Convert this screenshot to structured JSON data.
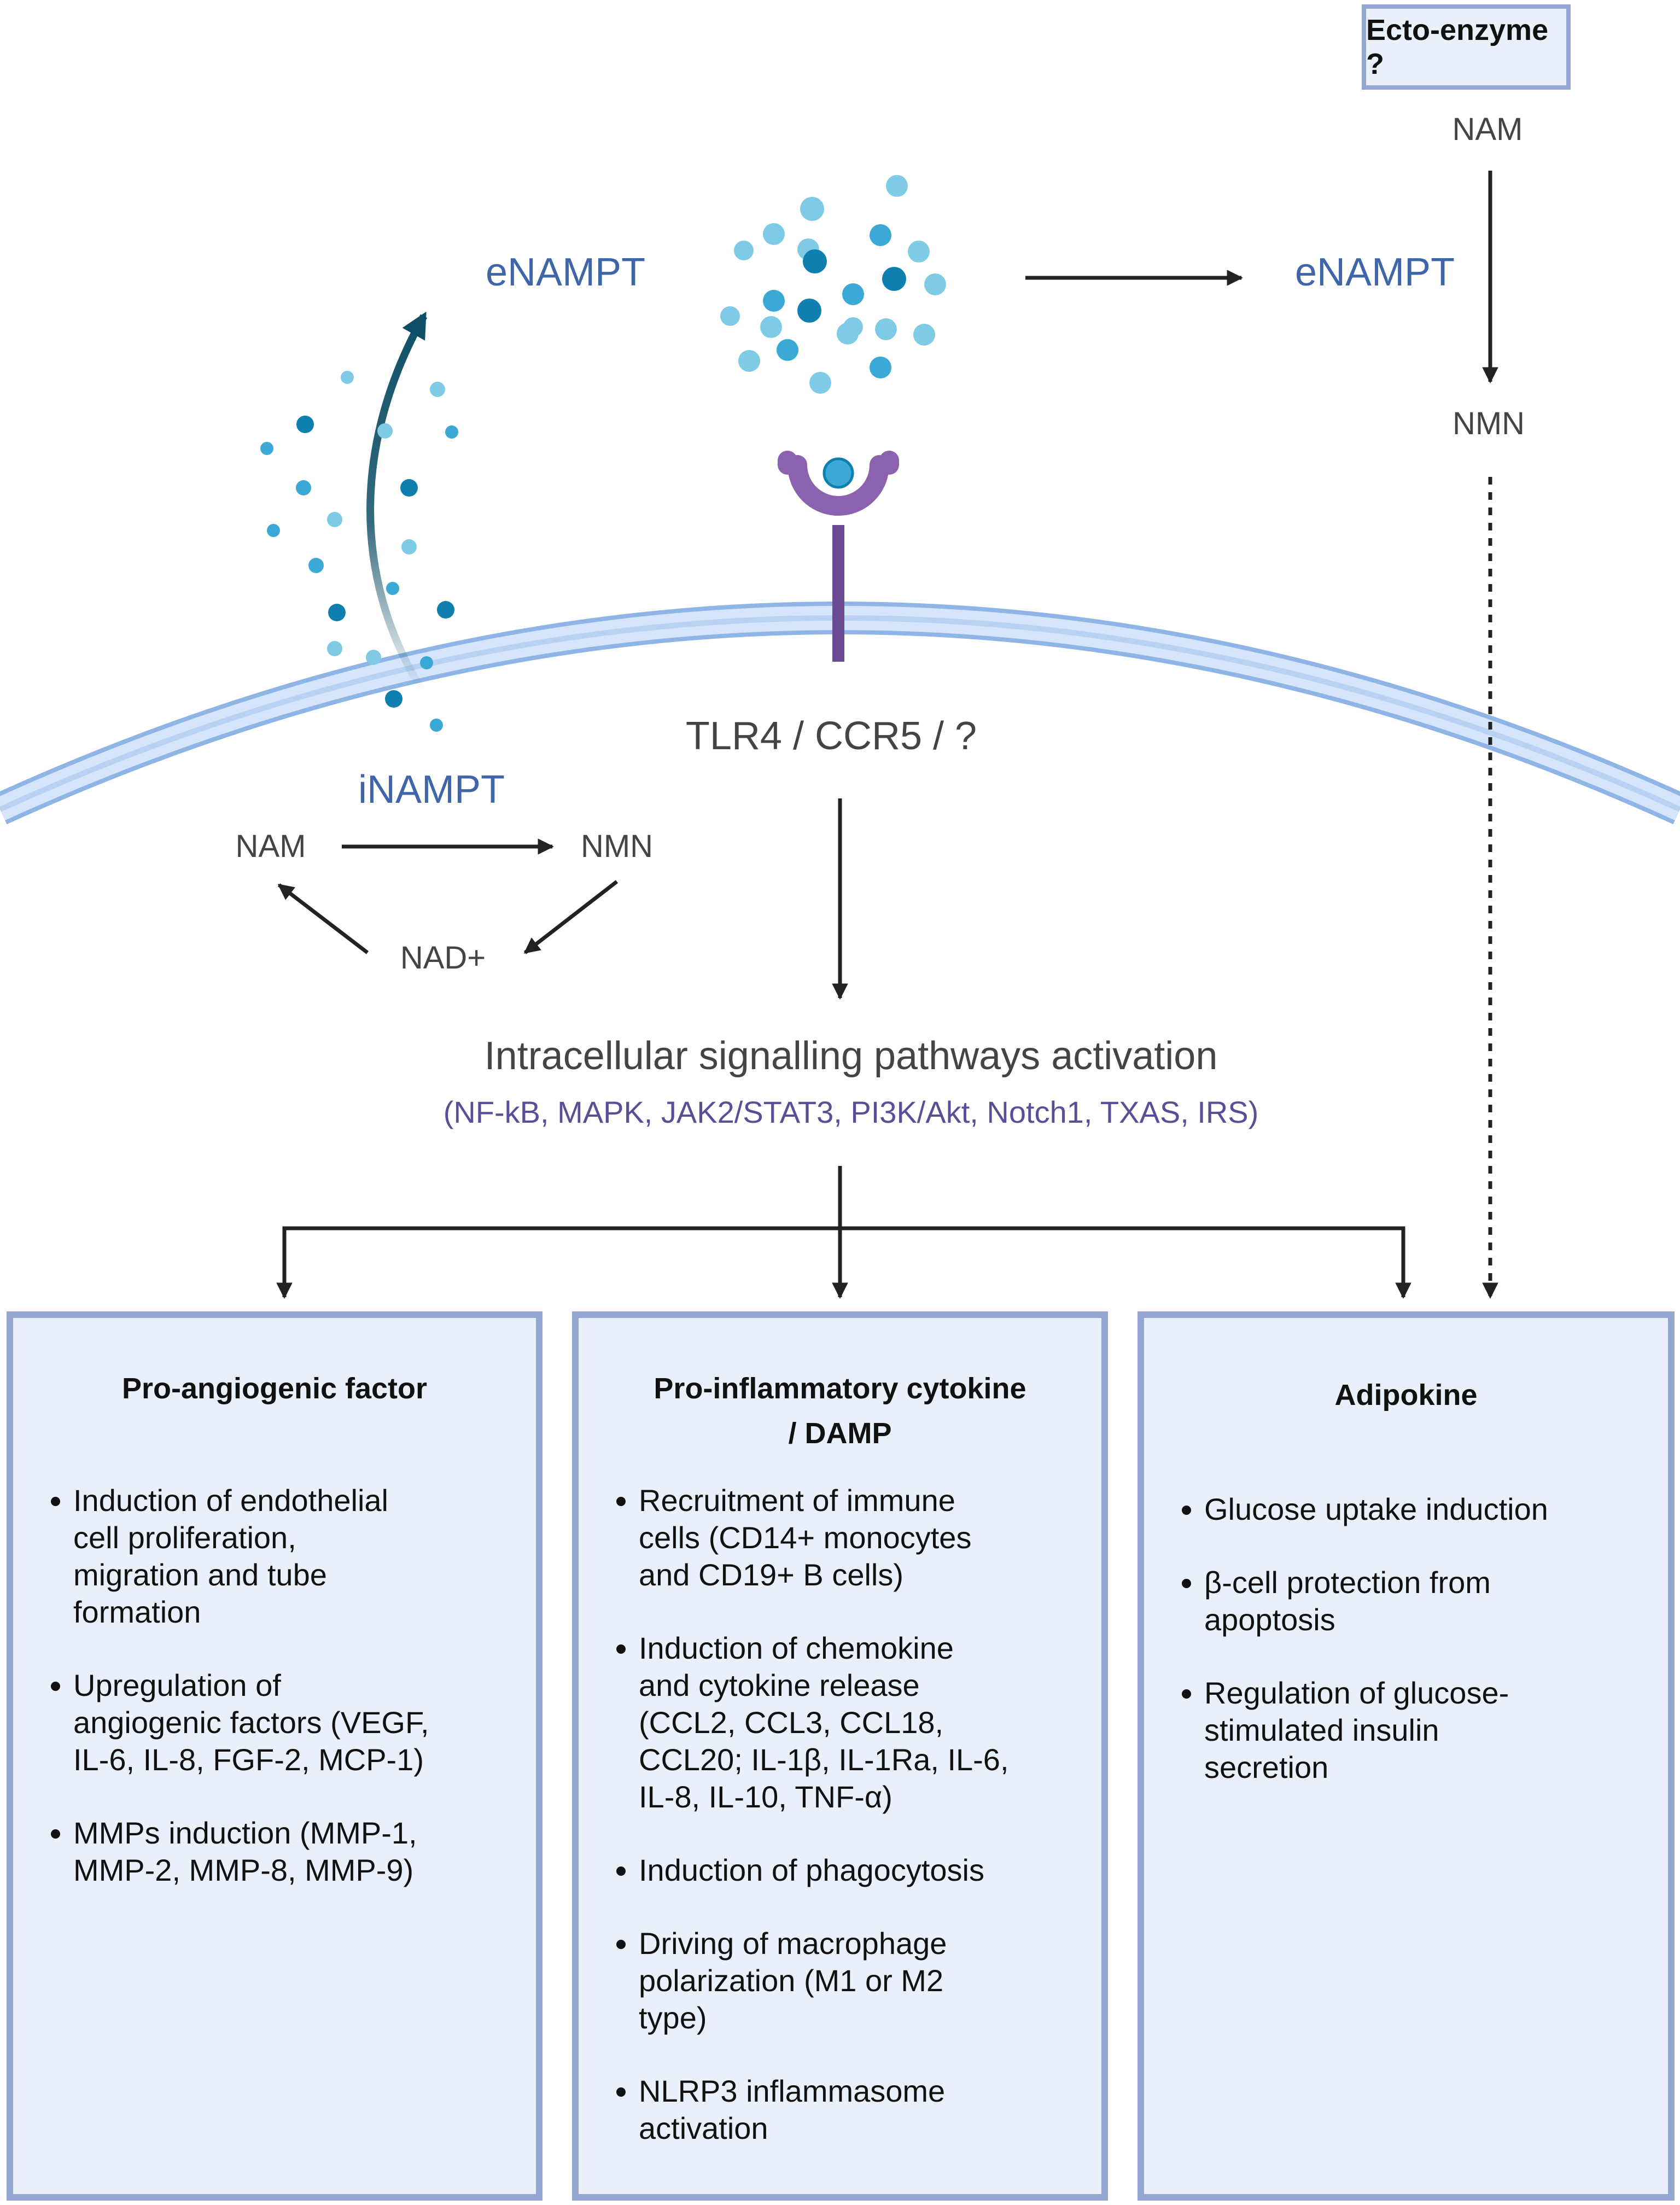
{
  "labels": {
    "enampt_left": "eNAMPT",
    "enampt_right": "eNAMPT",
    "inampt": "iNAMPT",
    "ecto_enzyme": "Ecto-enzyme ?",
    "nam_top": "NAM",
    "nmn_top": "NMN",
    "receptor": "TLR4 / CCR5 / ?",
    "nam_cycle": "NAM",
    "nmn_cycle": "NMN",
    "nad_cycle": "NAD+",
    "signalling_title": "Intracellular signalling pathways activation",
    "signalling_pathways": "(NF-kB, MAPK, JAK2/STAT3, PI3K/Akt, Notch1, TXAS, IRS)"
  },
  "boxes": [
    {
      "title_lines": [
        "Pro-angiogenic factor"
      ],
      "items": [
        [
          "Induction of endothelial",
          "cell proliferation,",
          "migration and tube",
          "formation"
        ],
        [
          "Upregulation of",
          "angiogenic factors (VEGF,",
          "IL-6, IL-8, FGF-2, MCP-1)"
        ],
        [
          "MMPs induction (MMP-1,",
          "MMP-2, MMP-8, MMP-9)"
        ]
      ]
    },
    {
      "title_lines": [
        "Pro-inflammatory cytokine",
        "/ DAMP"
      ],
      "items": [
        [
          "Recruitment of immune",
          "cells (CD14+ monocytes",
          "and CD19+ B cells)"
        ],
        [
          "Induction of chemokine",
          "and cytokine release",
          "(CCL2, CCL3, CCL18,",
          "CCL20; IL-1β, IL-1Ra, IL-6,",
          "IL-8, IL-10, TNF-α)"
        ],
        [
          "Induction of phagocytosis"
        ],
        [
          "Driving of macrophage",
          "polarization (M1 or M2",
          "type)"
        ],
        [
          "NLRP3 inflammasome",
          "activation"
        ]
      ]
    },
    {
      "title_lines": [
        "Adipokine"
      ],
      "items": [
        [
          "Glucose uptake induction"
        ],
        [
          "β-cell protection from",
          "apoptosis"
        ],
        [
          "Regulation of glucose-",
          "stimulated insulin",
          "secretion"
        ]
      ]
    }
  ],
  "colors": {
    "membrane": "#b9d2f3",
    "membrane_edge": "#8fb4e6",
    "receptor": "#7a4f9c",
    "particle_light": "#7fcbe6",
    "particle_mid": "#3aa9d6",
    "particle_dark": "#0f7fb0",
    "secretion_arrow": "#0f4f66",
    "box_border": "#93a7d2",
    "box_fill": "#eaf0fa"
  }
}
